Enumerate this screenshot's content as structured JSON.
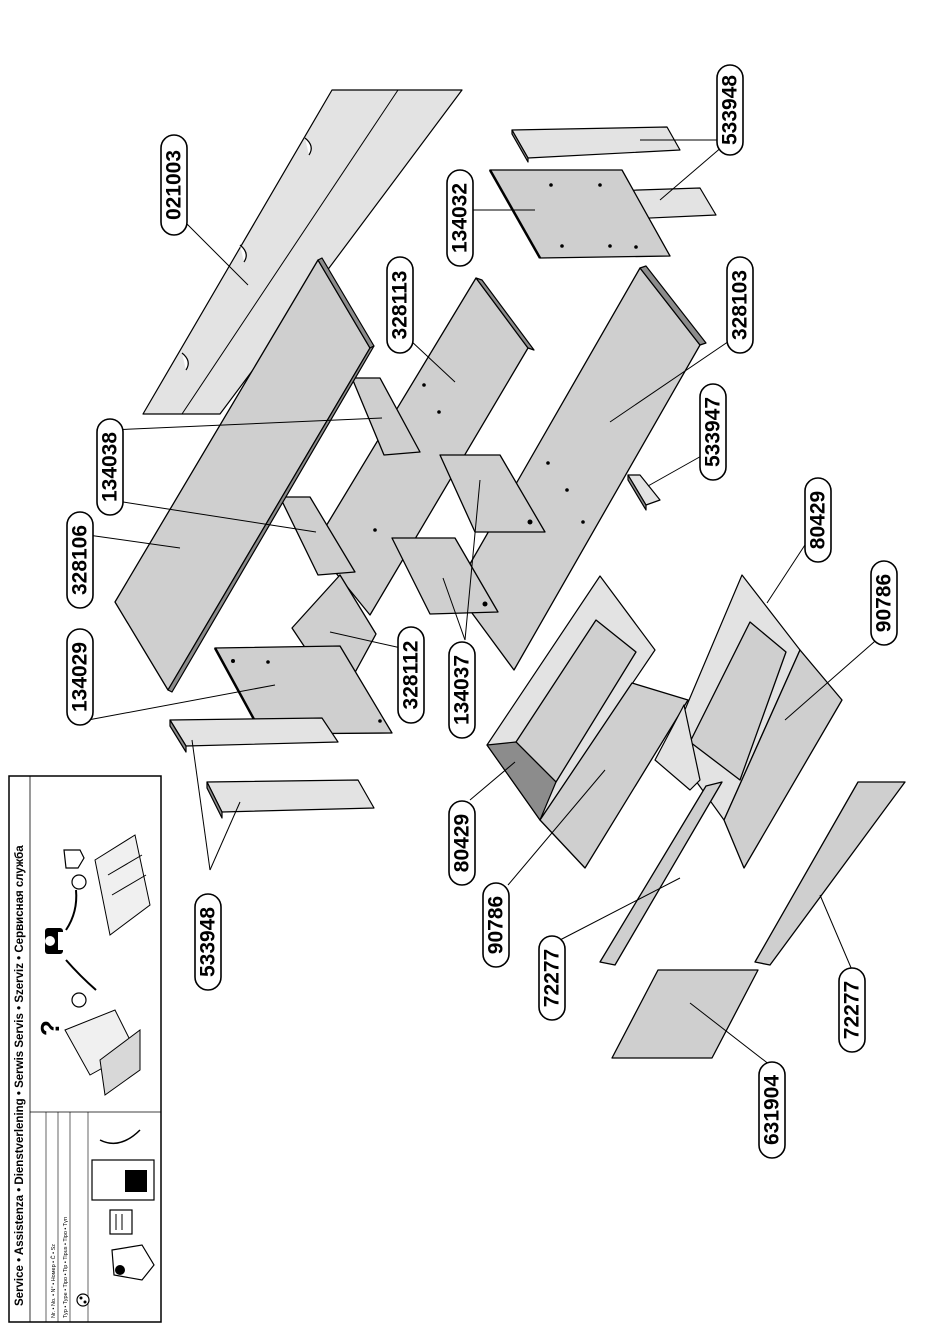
{
  "service_box": {
    "title": "Service • Assistenza • Dienstverlening • Serwis Servis • Szerviz • Сервисная служба",
    "row_nr": "Nr. • No. • N° • Номер • Č • Sz",
    "row_typ": "Typ • Type • Tipo • Tip • Tipus • Tipo • Tүп"
  },
  "part_labels": [
    {
      "id": "p1",
      "text": "021003"
    },
    {
      "id": "p2",
      "text": "533948"
    },
    {
      "id": "p3",
      "text": "134032"
    },
    {
      "id": "p4",
      "text": "328113"
    },
    {
      "id": "p5",
      "text": "328103"
    },
    {
      "id": "p6",
      "text": "134038"
    },
    {
      "id": "p7",
      "text": "533947"
    },
    {
      "id": "p8",
      "text": "328106"
    },
    {
      "id": "p9",
      "text": "80429"
    },
    {
      "id": "p10",
      "text": "90786"
    },
    {
      "id": "p11",
      "text": "134029"
    },
    {
      "id": "p12",
      "text": "328112"
    },
    {
      "id": "p13",
      "text": "134037"
    },
    {
      "id": "p14",
      "text": "80429"
    },
    {
      "id": "p15",
      "text": "533948"
    },
    {
      "id": "p16",
      "text": "90786"
    },
    {
      "id": "p17",
      "text": "72277"
    },
    {
      "id": "p18",
      "text": "72277"
    },
    {
      "id": "p19",
      "text": "631904"
    }
  ]
}
